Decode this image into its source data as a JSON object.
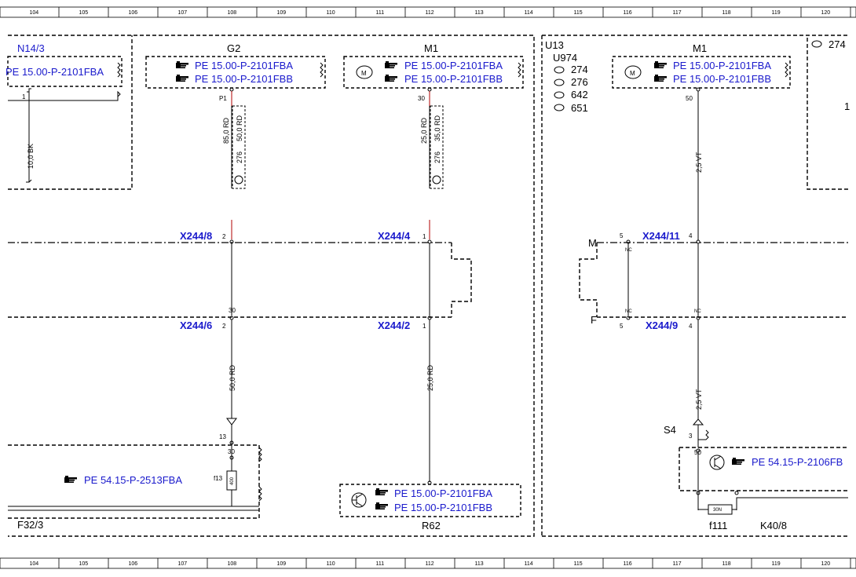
{
  "ruler": {
    "cells": [
      "104",
      "105",
      "106",
      "107",
      "108",
      "109",
      "110",
      "111",
      "112",
      "113",
      "114",
      "115",
      "116",
      "117",
      "118",
      "119",
      "120"
    ]
  },
  "components": {
    "n14_3": "N14/3",
    "g2": "G2",
    "m1_left": "M1",
    "u13": "U13",
    "u974": "U974",
    "m1_right": "M1",
    "f32_3": "F32/3",
    "r62": "R62",
    "s4": "S4",
    "f111": "f111",
    "k40_8": "K40/8",
    "f13": "f13"
  },
  "refs": {
    "n14_ref": "PE 15.00-P-2101FBA",
    "g2_ref1": "PE 15.00-P-2101FBA",
    "g2_ref2": "PE 15.00-P-2101FBB",
    "m1_ref1": "PE 15.00-P-2101FBA",
    "m1_ref2": "PE 15.00-P-2101FBB",
    "m1r_ref1": "PE 15.00-P-2101FBA",
    "m1r_ref2": "PE 15.00-P-2101FBB",
    "f32_ref": "PE 54.15-P-2513FBA",
    "r62_ref1": "PE 15.00-P-2101FBA",
    "r62_ref2": "PE 15.00-P-2101FBB",
    "k40_ref": "PE 54.15-P-2106FB"
  },
  "connectors": {
    "x244_8": "X244/8",
    "x244_4": "X244/4",
    "x244_11": "X244/11",
    "x244_6": "X244/6",
    "x244_2": "X244/2",
    "x244_9": "X244/9"
  },
  "codes": {
    "u974_list": [
      "274",
      "276",
      "642",
      "651"
    ],
    "top_right": "274",
    "g2_code": "276",
    "m1_code": "276"
  },
  "wires": {
    "n14_wire": "10,0 BK",
    "g2_wire_a": "85,0 RD",
    "g2_wire_b": "50,0 RD",
    "m1_wire_a": "25,0 RD",
    "m1_wire_b": "35,0 RD",
    "m1r_wire": "2,5 VT",
    "g2_lower": "50,0 RD",
    "m1_lower": "25,0 RD",
    "s4_wire": "2,5 VT"
  },
  "pins": {
    "n14_pin": "1",
    "g2_pin": "P1",
    "m1_pin": "30",
    "m1r_pin": "50",
    "x8_pin": "2",
    "x4_pin": "1",
    "x11_pin_l": "5",
    "x11_pin_r": "4",
    "x6_pin": "2",
    "x2_pin": "1",
    "x9_pin_l": "5",
    "x9_pin_r": "4",
    "g2_mid": "30",
    "f32_13": "13",
    "f32_30": "30",
    "s4_3": "3",
    "s4_50": "50",
    "m_label": "M",
    "f_label": "F",
    "nc1": "NC",
    "nc2": "NC",
    "nc3": "NC",
    "fuse_val": "400",
    "f111_val": "30N",
    "right_edge": "1"
  },
  "colors": {
    "link_blue": "#1a1acc",
    "wire_red": "#b00000"
  }
}
